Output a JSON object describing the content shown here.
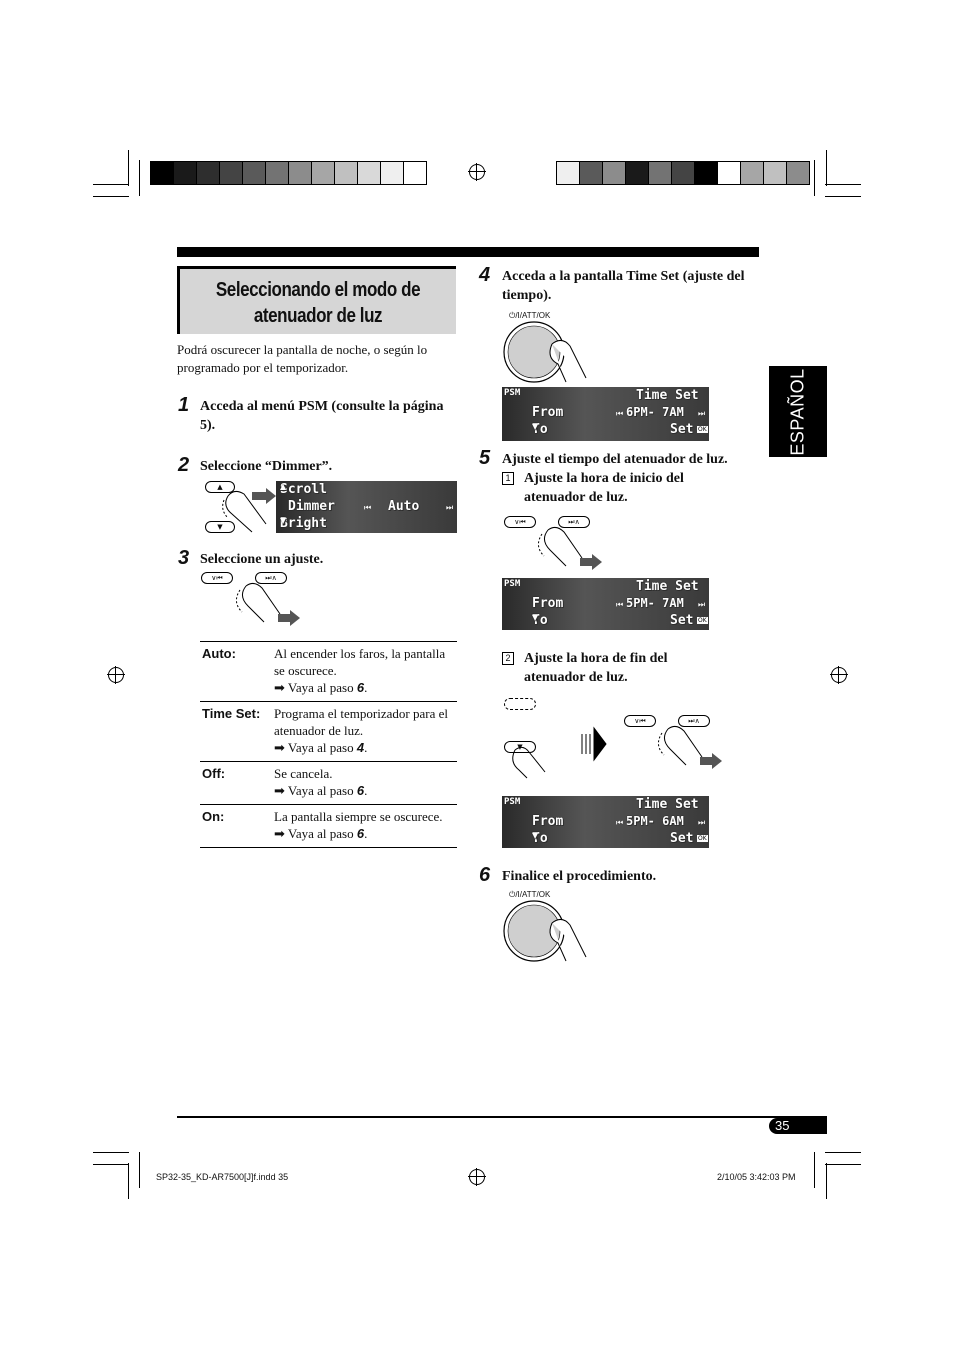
{
  "title": {
    "line1": "Seleccionando el modo de",
    "line2": "atenuador de luz"
  },
  "intro": "Podrá oscurecer la pantalla de noche, o según lo programado por el temporizador.",
  "steps": [
    {
      "num": "1",
      "text": "Acceda al menú PSM (consulte la página 5)."
    },
    {
      "num": "2",
      "text": "Seleccione “Dimmer”."
    },
    {
      "num": "3",
      "text": "Seleccione un ajuste."
    },
    {
      "num": "4",
      "text": "Acceda a la pantalla Time Set (ajuste del tiempo)."
    },
    {
      "num": "5",
      "text": "Ajuste el tiempo del atenuador de luz."
    },
    {
      "num": "6",
      "text": "Finalice el procedimiento."
    }
  ],
  "substeps": [
    {
      "num": "1",
      "text": "Ajuste la hora de inicio del atenuador de luz."
    },
    {
      "num": "2",
      "text": "Ajuste la hora de fin del atenuador de luz."
    }
  ],
  "lcd_step2": {
    "line1": "Scroll",
    "line2": "Dimmer",
    "line3": "Bright",
    "value": "Auto"
  },
  "lcd_step4": {
    "psm": "PSM",
    "from": "From",
    "to": "To",
    "title": "Time Set",
    "time": "6PM- 7AM",
    "set": "Set"
  },
  "lcd_step5a": {
    "psm": "PSM",
    "from": "From",
    "to": "To",
    "title": "Time Set",
    "time": "5PM- 7AM",
    "set": "Set"
  },
  "lcd_step5b": {
    "psm": "PSM",
    "from": "From",
    "to": "To",
    "title": "Time Set",
    "time": "5PM- 6AM",
    "set": "Set"
  },
  "knob_label": "⏻/I/ATT/OK",
  "options": [
    {
      "key": "Auto:",
      "desc": "Al encender los faros, la pantalla se oscurece.",
      "goto": "Vaya al paso",
      "step": "6"
    },
    {
      "key": "Time Set:",
      "desc": "Programa el temporizador para el atenuador de luz.",
      "goto": "Vaya al paso",
      "step": "4"
    },
    {
      "key": "Off:",
      "desc": "Se cancela.",
      "goto": "Vaya al paso",
      "step": "6"
    },
    {
      "key": "On:",
      "desc": "La pantalla siempre se oscurece.",
      "goto": "Vaya al paso",
      "step": "6"
    }
  ],
  "side_tab": "ESPAÑOL",
  "page_number": "35",
  "footer": {
    "file": "SP32-35_KD-AR7500[J]f.indd   35",
    "date": "2/10/05   3:42:03 PM"
  },
  "colors": {
    "left_bar": [
      "#000000",
      "#1a1a1a",
      "#2e2e2e",
      "#444444",
      "#5a5a5a",
      "#737373",
      "#8c8c8c",
      "#a6a6a6",
      "#c0c0c0",
      "#d9d9d9",
      "#efefef",
      "#ffffff"
    ],
    "right_bar": [
      "#efefef",
      "#5a5a5a",
      "#8c8c8c",
      "#1a1a1a",
      "#737373",
      "#444444",
      "#000000",
      "#ffffff",
      "#a6a6a6",
      "#c0c0c0",
      "#8c8c8c"
    ]
  }
}
